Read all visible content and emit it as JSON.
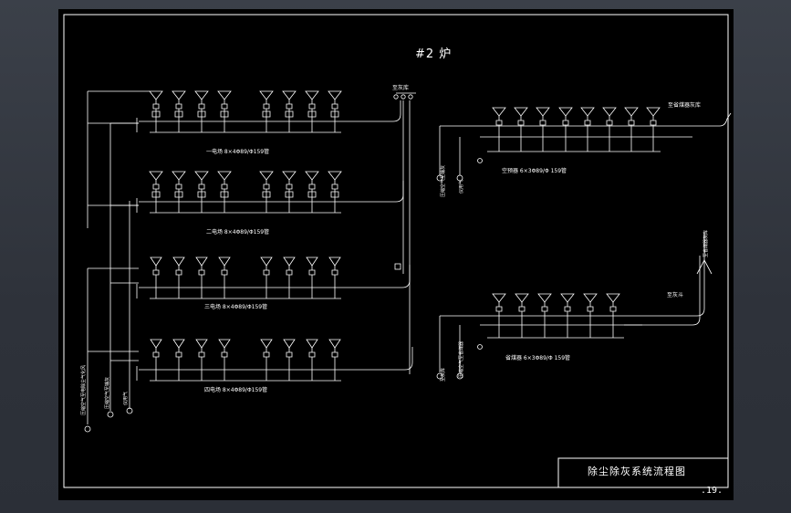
{
  "title": "#2 炉",
  "title_block": "除尘除灰系统流程图",
  "page_number": ".19.",
  "colors": {
    "background": "#000000",
    "line": "#ffffff",
    "viewport": "#2e323a"
  },
  "labels": {
    "field_1": "一电场 8×4Φ89/Φ159管",
    "field_2": "二电场 8×4Φ89/Φ159管",
    "field_3": "三电场 8×4Φ89/Φ159管",
    "field_4": "四电场 8×4Φ89/Φ159管",
    "economizer": "省煤器 6×3Φ89/Φ 159管",
    "air_preheater": "空预器 6×3Φ89/Φ 159管",
    "to_ash_silo_top": "至灰库",
    "to_ash_silo_right": "至省煤器灰库",
    "to_hopper": "至灰斗",
    "vertical_1": "压缩空气至电除尘气化风",
    "vertical_2": "压缩空气至输灰",
    "vertical_3": "仪用气",
    "vertical_r1": "压缩空气至输灰",
    "vertical_r2": "仪用气",
    "vertical_r3": "至灰库",
    "vertical_r4": "压缩空气至省煤器",
    "vertical_top_right": "至省煤器灰库"
  }
}
